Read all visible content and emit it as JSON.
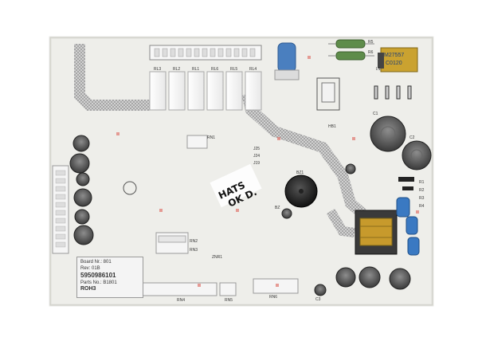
{
  "board": {
    "relay_labels": [
      "RL3",
      "RL2",
      "RL1",
      "RL6",
      "RL5",
      "RL4"
    ],
    "resistor_labels": [
      "R5",
      "R6"
    ],
    "transformer_small_labels": [
      "M27557",
      "C0120"
    ],
    "header_label": "HB1",
    "connector_labels": [
      "RN1",
      "RN2",
      "RN3",
      "RN4",
      "RN5",
      "RN6"
    ],
    "cap_labels": [
      "C1",
      "C2",
      "C3"
    ],
    "jumper_labels": [
      "J25",
      "J24",
      "J19"
    ],
    "relay_right_labels": [
      "R1",
      "R2",
      "R3",
      "R4"
    ],
    "buzzer_label": "BZ1",
    "sticker": {
      "line1": "Board Nr.: 801",
      "line2": "Rev: 01B",
      "serial": "5950986101",
      "line4": "Parts No.: B1801",
      "code": "ROH3"
    },
    "handwriting": {
      "line1": "HATS",
      "line2": "OK D."
    },
    "misc_labels": [
      "ZNR1",
      "BZ",
      "L1"
    ]
  }
}
